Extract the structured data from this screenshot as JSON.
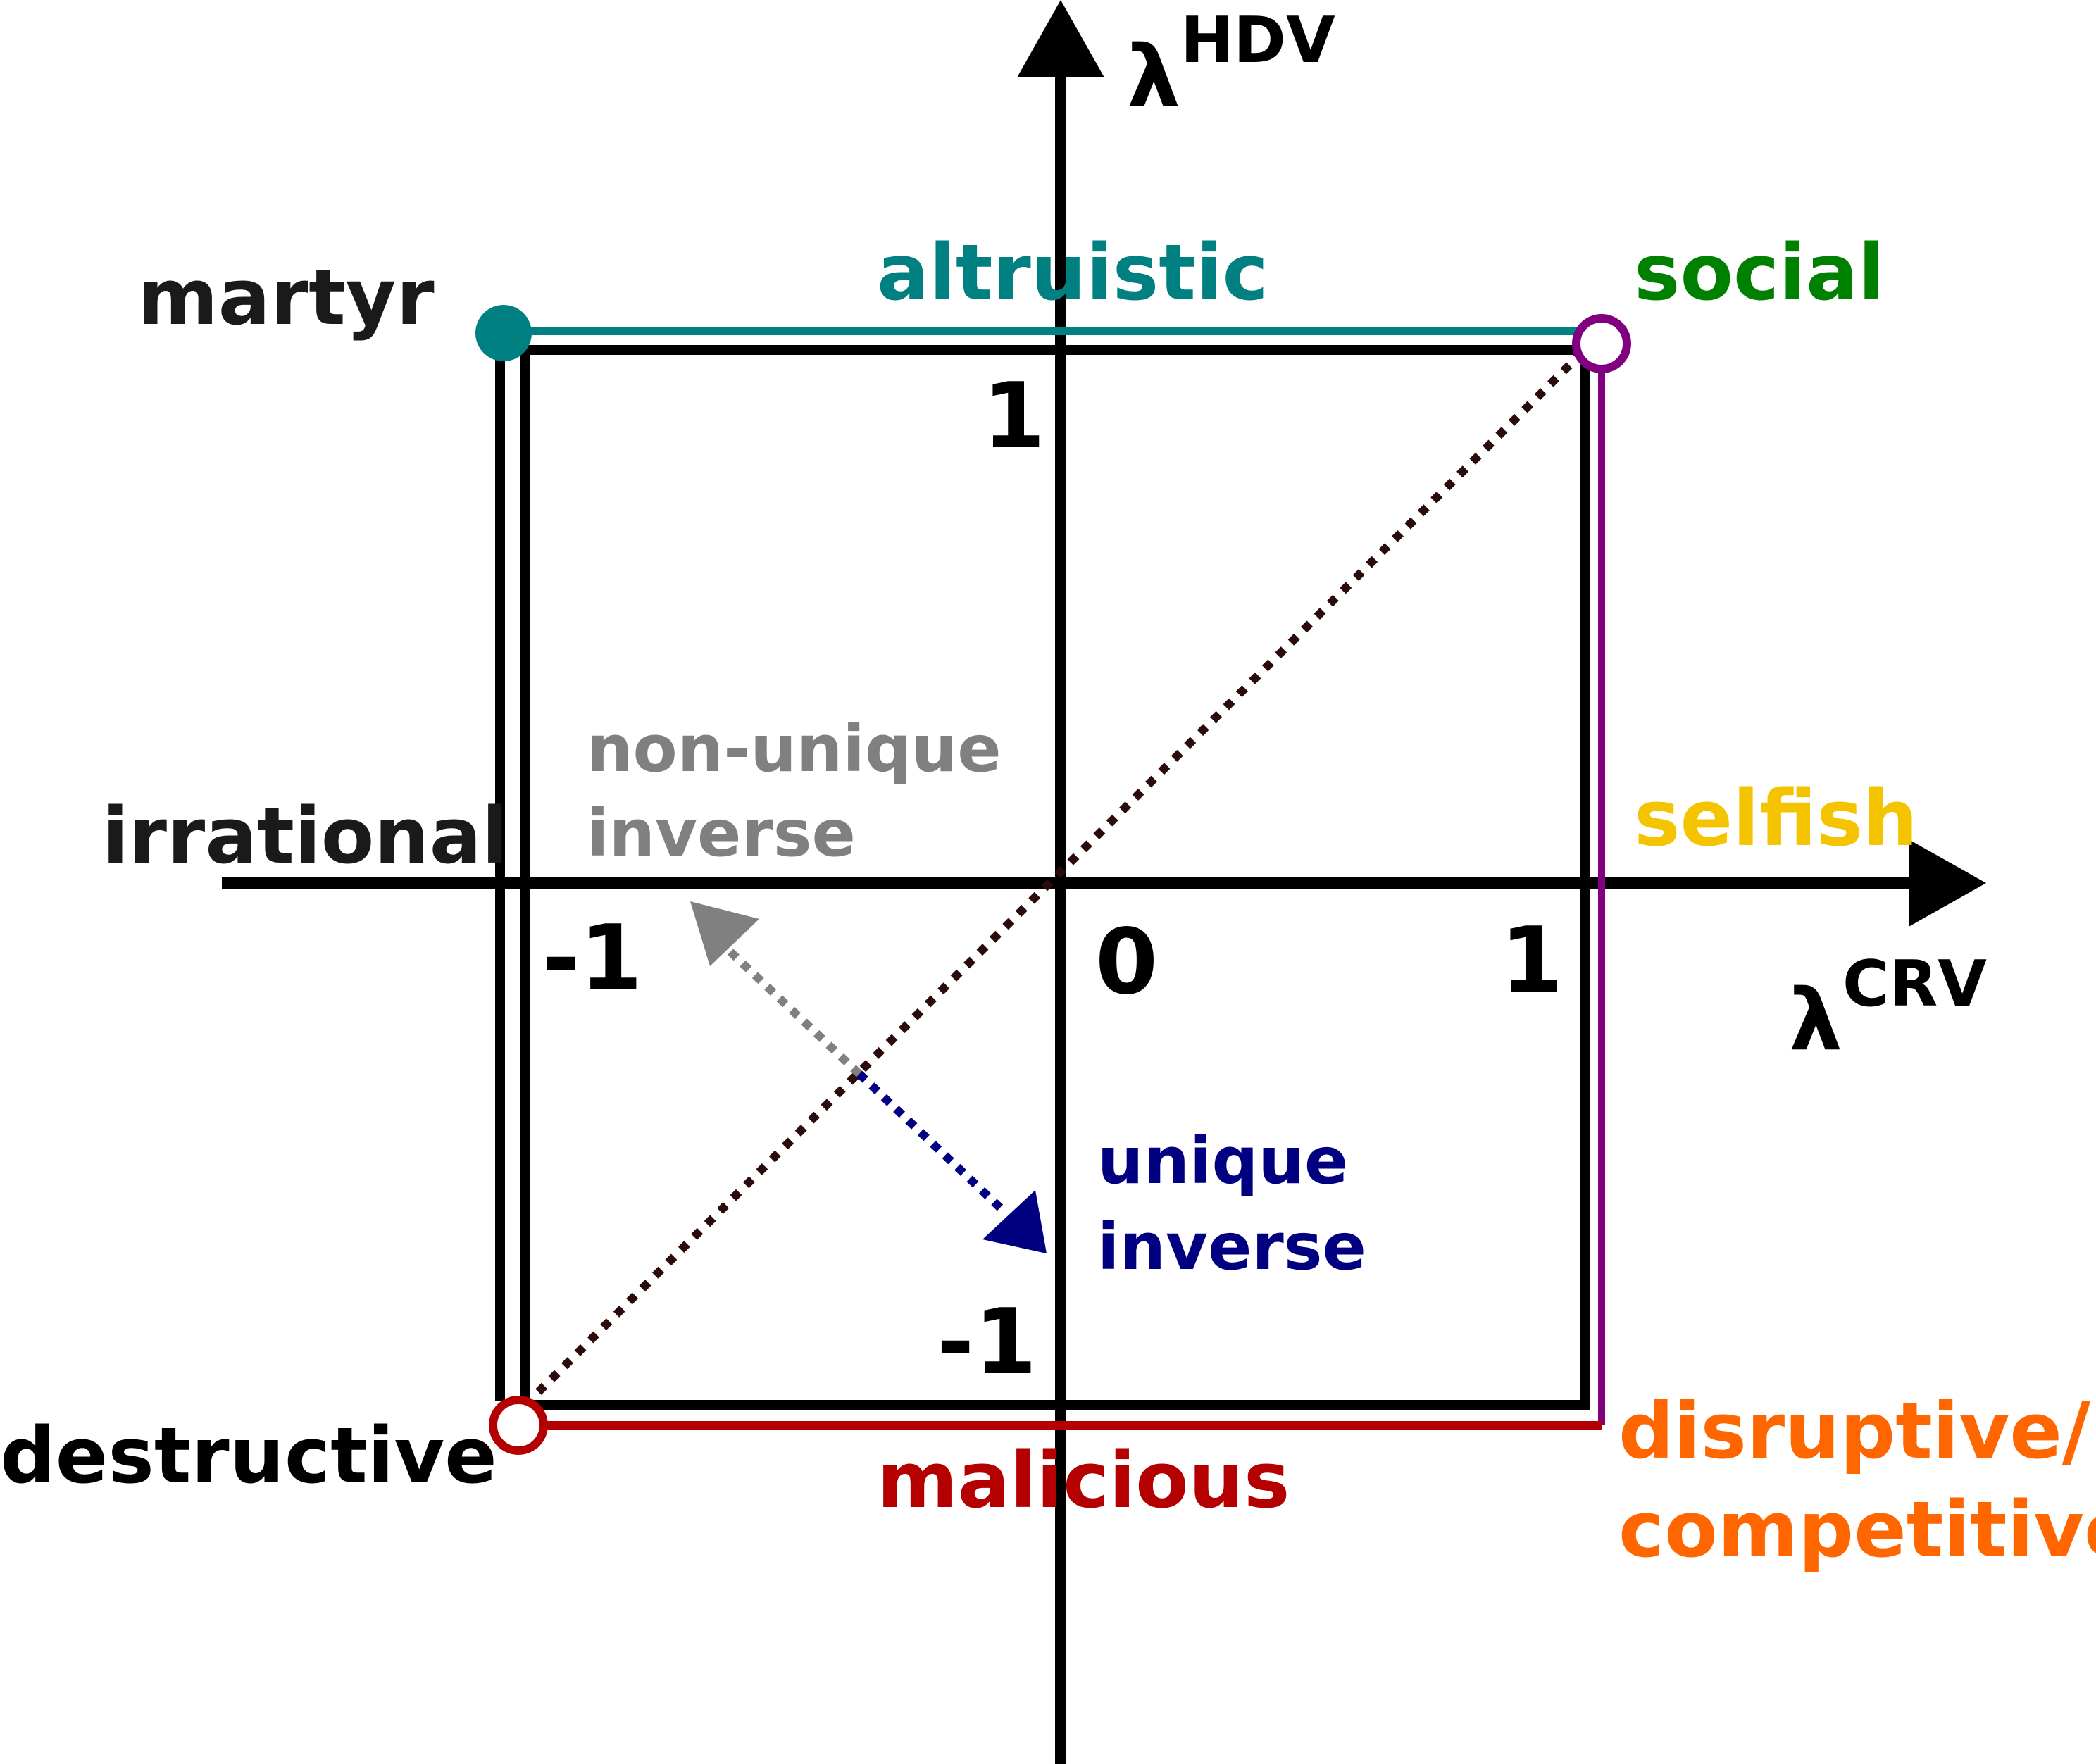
{
  "axes": {
    "x_label": "λ",
    "x_sup": "CRV",
    "y_label": "λ",
    "y_sup": "HDV"
  },
  "ticks": {
    "x_neg1": "-1",
    "x_zero": "0",
    "x_pos1": "1",
    "y_pos1": "1",
    "y_neg1": "-1"
  },
  "labels": {
    "martyr": "martyr",
    "altruistic": "altruistic",
    "social": "social",
    "irrational": "irrational",
    "selfish": "selfish",
    "destructive": "destructive",
    "malicious": "malicious",
    "disruptive_line1": "disruptive/",
    "disruptive_line2": "competitive",
    "nonunique_line1": "non-unique",
    "nonunique_line2": "inverse",
    "unique_line1": "unique",
    "unique_line2": "inverse"
  },
  "colors": {
    "axis": "#000000",
    "altruistic": "#008080",
    "social": "#008000",
    "selfish": "#f5c400",
    "malicious": "#b40000",
    "disruptive": "#ff6600",
    "social_edge": "#800080",
    "nonunique": "#808080",
    "unique": "#000080",
    "diagonal": "#2a0a0a",
    "text": "#1a1a1a"
  }
}
